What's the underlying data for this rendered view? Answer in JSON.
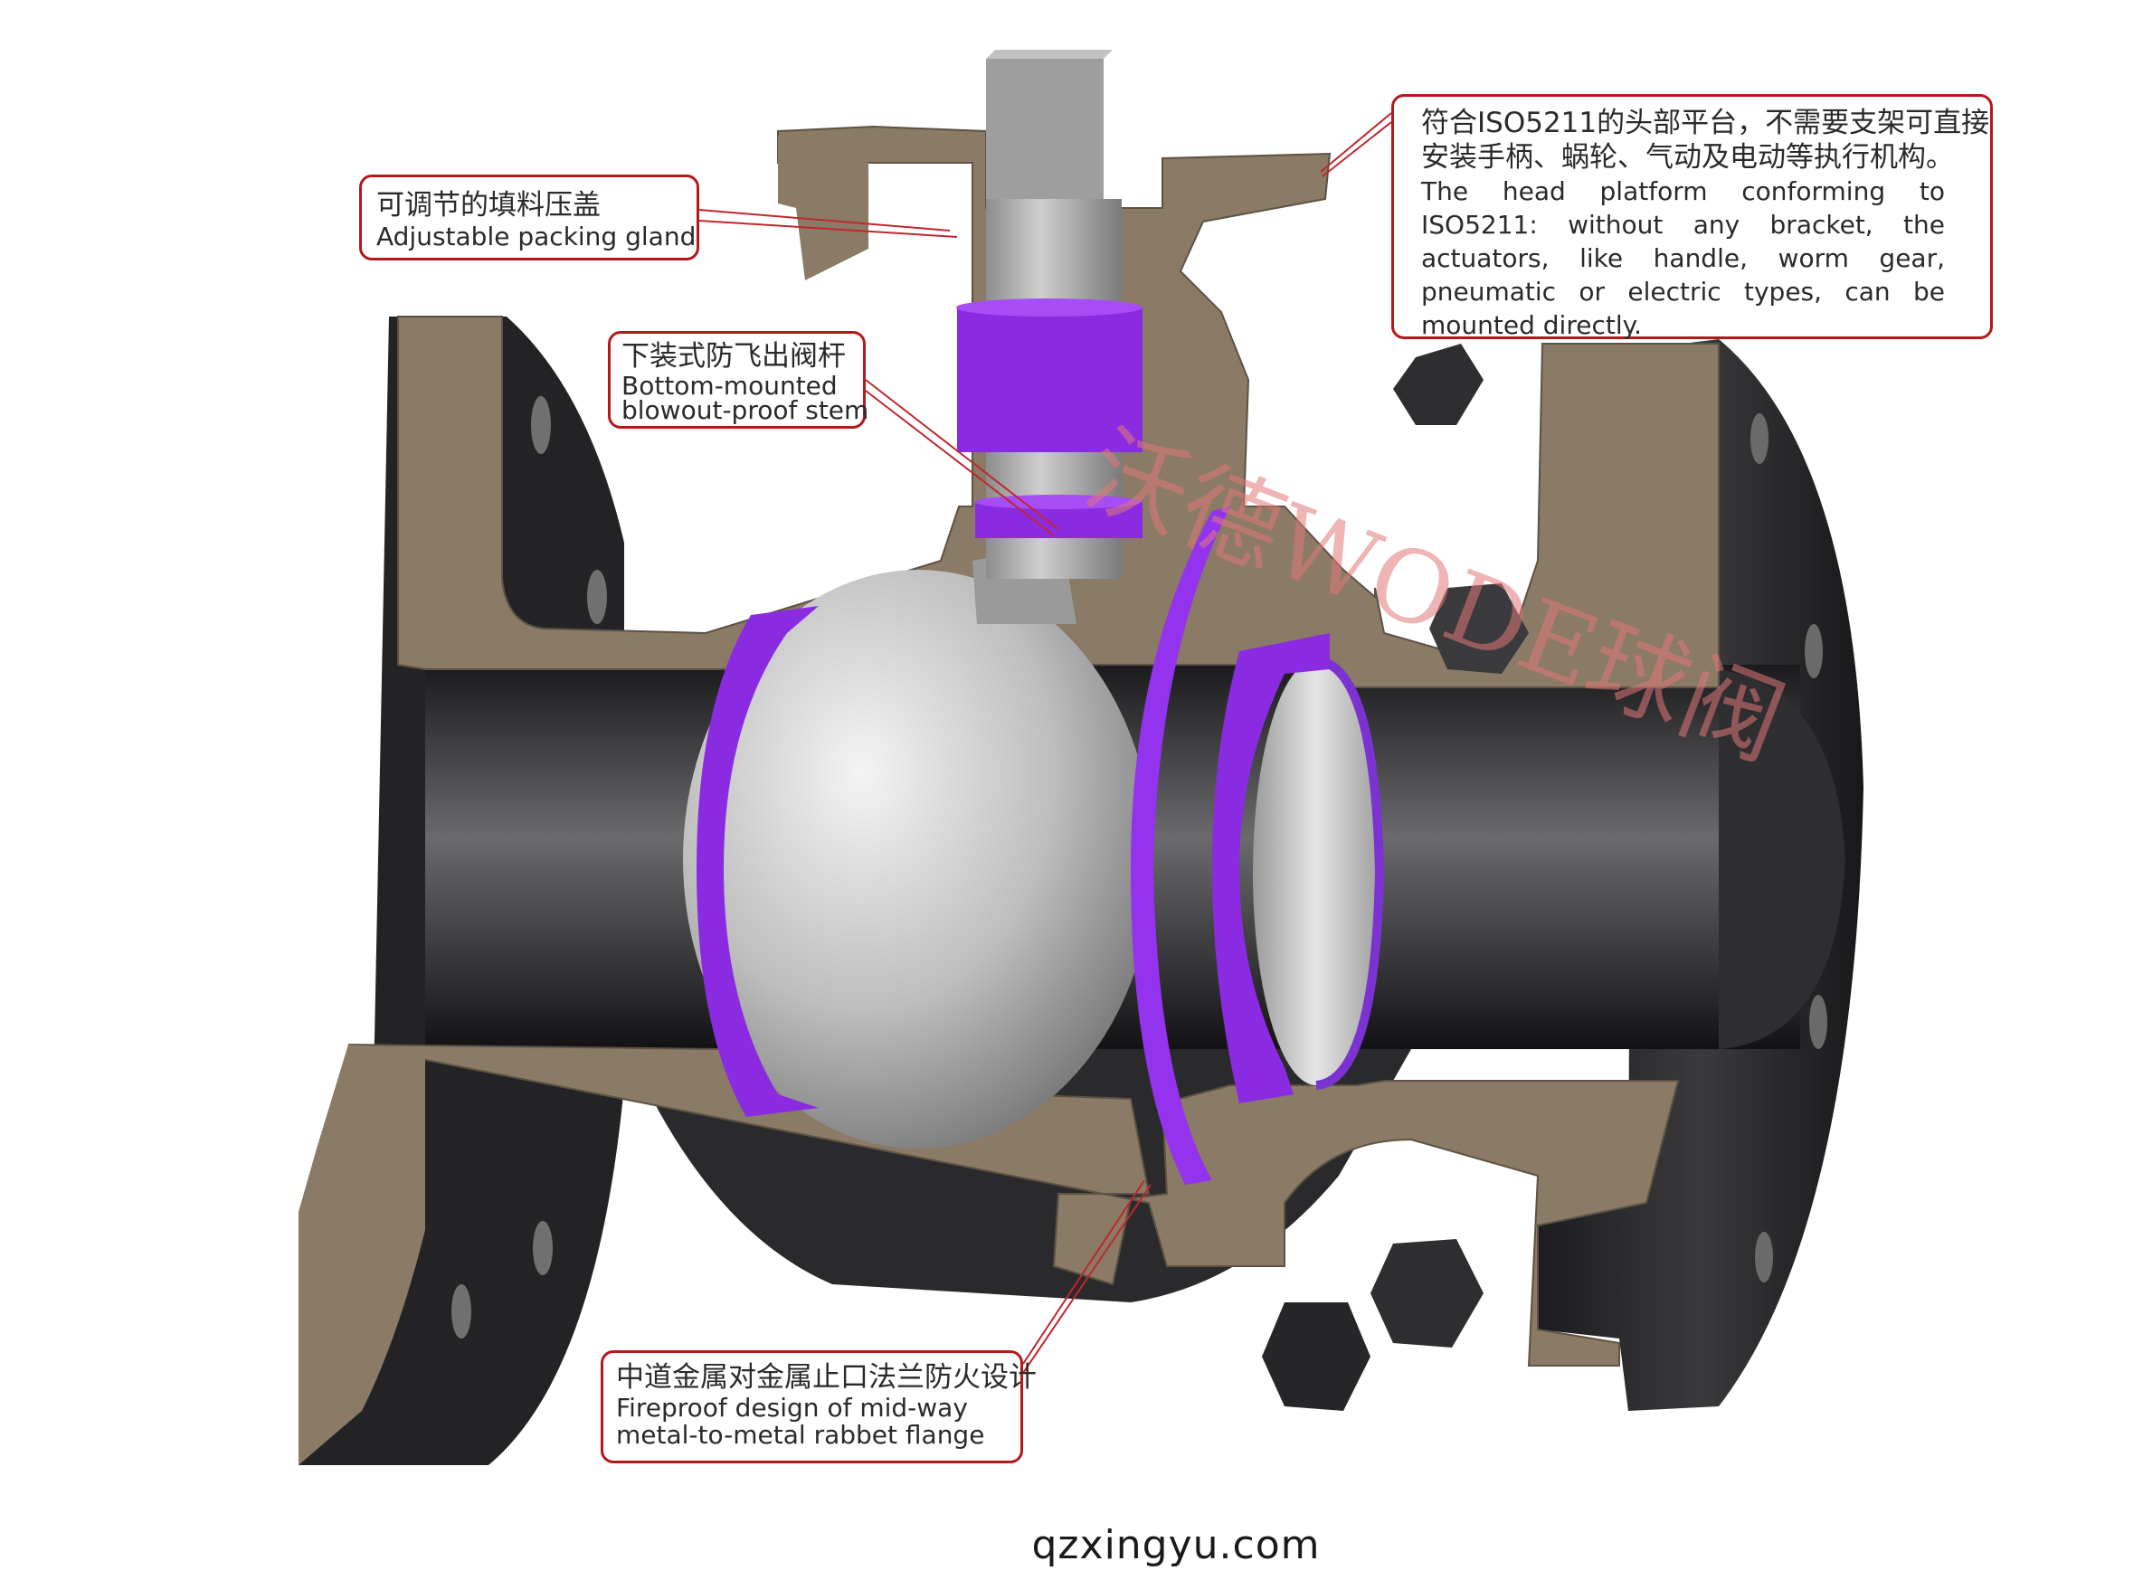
{
  "callouts": {
    "packing_gland": {
      "zh": "可调节的填料压盖",
      "en": "Adjustable packing gland"
    },
    "stem": {
      "zh": "下装式防飞出阀杆",
      "en_line1": "Bottom-mounted",
      "en_line2": "blowout-proof stem"
    },
    "head_platform": {
      "zh_line1": "符合ISO5211的头部平台，不需要支架可直接",
      "zh_line2": "安装手柄、蜗轮、气动及电动等执行机构。",
      "en": "The head platform conforming to ISO5211: without any bracket, the actuators, like handle, worm gear, pneumatic or electric types, can be mounted directly."
    },
    "fireproof": {
      "zh": "中道金属对金属止口法兰防火设计",
      "en_line1": "Fireproof design of mid-way",
      "en_line2": "metal-to-metal rabbet flange"
    }
  },
  "watermark": "沃德WODE球阀",
  "footer": {
    "url": "qzxingyu.com"
  },
  "colors": {
    "callout_border": "#b5181b",
    "leader_line": "#c0272d",
    "section_fill": "#8b7b67",
    "body_dark": "#2c2c2e",
    "seat_purple": "#8a2be2",
    "ball_silver": "#c4c4c4"
  }
}
